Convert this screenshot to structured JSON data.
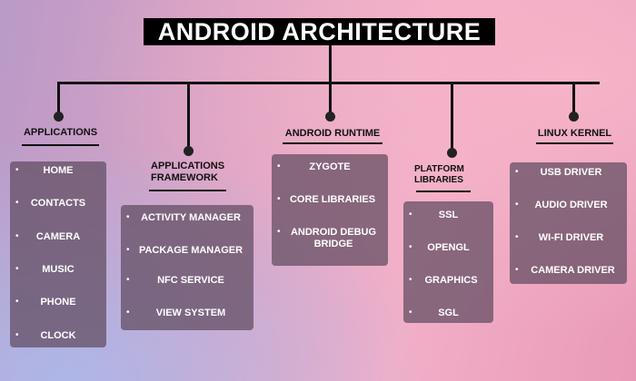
{
  "title": "ANDROID ARCHITECTURE",
  "sections": [
    {
      "heading": "APPLICATIONS",
      "items": [
        "HOME",
        "CONTACTS",
        "CAMERA",
        "MUSIC",
        "PHONE",
        "CLOCK"
      ]
    },
    {
      "heading": "APPLICATIONS FRAMEWORK",
      "items": [
        "ACTIVITY MANAGER",
        "PACKAGE MANAGER",
        "NFC SERVICE",
        "VIEW SYSTEM"
      ]
    },
    {
      "heading": "ANDROID RUNTIME",
      "items": [
        "ZYGOTE",
        "CORE LIBRARIES",
        "ANDROID DEBUG BRIDGE"
      ]
    },
    {
      "heading": "PLATFORM LIBRARIES",
      "items": [
        "SSL",
        "OPENGL",
        "GRAPHICS",
        "SGL"
      ]
    },
    {
      "heading": "LINUX KERNEL",
      "items": [
        "USB DRIVER",
        "AUDIO DRIVER",
        "WI-FI DRIVER",
        "CAMERA DRIVER"
      ]
    }
  ]
}
